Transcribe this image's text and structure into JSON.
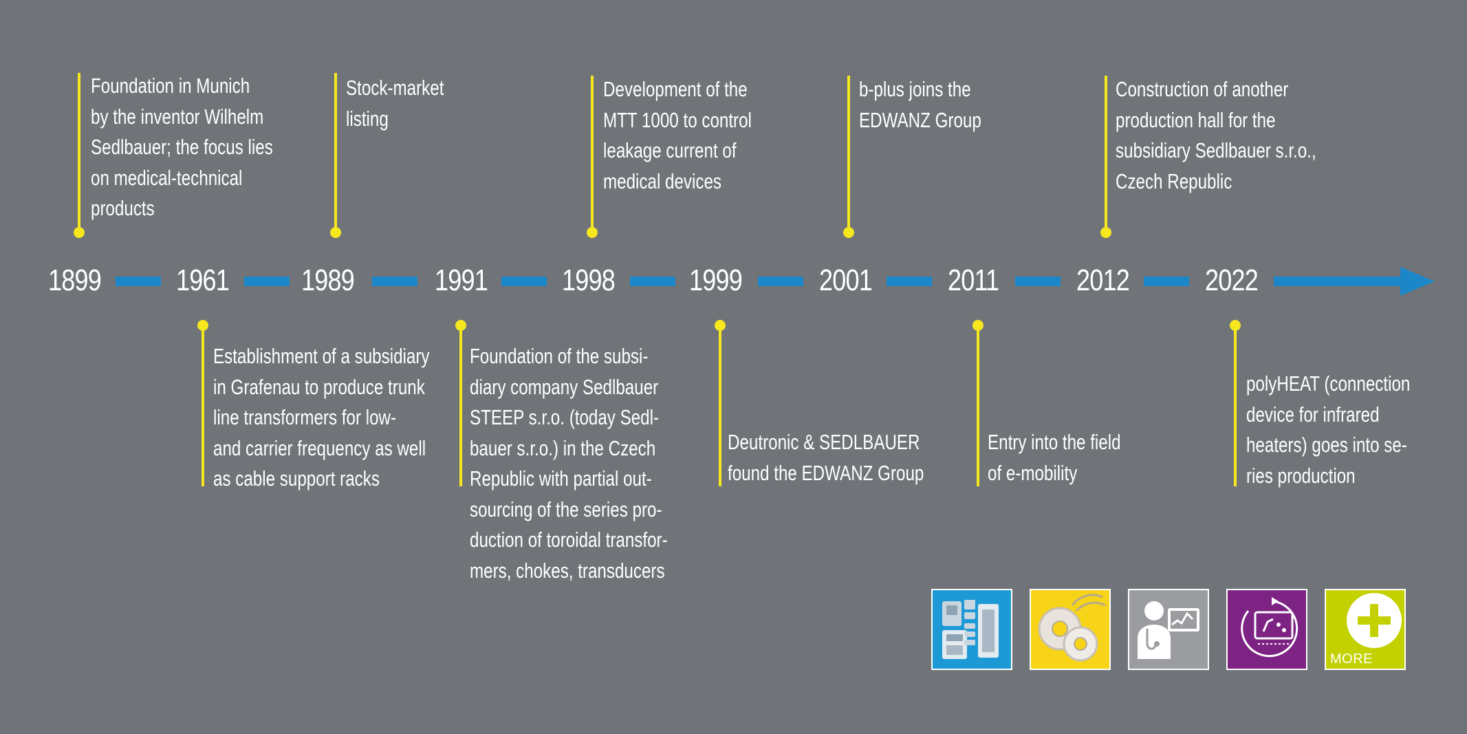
{
  "timeline": {
    "years": [
      "1899",
      "1961",
      "1989",
      "1991",
      "1998",
      "1999",
      "2001",
      "2011",
      "2012",
      "2022"
    ],
    "events_top": [
      {
        "year": "1899",
        "text": "Foundation in Munich\nby the inventor Wilhelm\nSedlbauer; the focus lies\non medical-technical\nproducts"
      },
      {
        "year": "1989",
        "text": "Stock-market\nlisting"
      },
      {
        "year": "1998",
        "text": "Development of the\nMTT 1000 to control\nleakage current of\nmedical devices"
      },
      {
        "year": "2001",
        "text": "b-plus joins the\nEDWANZ Group"
      },
      {
        "year": "2012",
        "text": "Construction of another\nproduction hall for the\nsubsidiary Sedlbauer s.r.o.,\nCzech Republic"
      }
    ],
    "events_bottom": [
      {
        "year": "1961",
        "text": "Establishment of a subsidiary\nin Grafenau to produce trunk\nline transformers for low-\nand carrier frequency as well\nas cable support racks"
      },
      {
        "year": "1991",
        "text": "Foundation of the subsi-\ndiary company Sedlbauer\nSTEEP s.r.o. (today Sedl-\nbauer s.r.o.) in the Czech\nRepublic with partial out-\nsourcing of the series pro-\nduction of toroidal transfor-\nmers, chokes, transducers"
      },
      {
        "year": "1999",
        "text": "Deutronic & SEDLBAUER\nfound the EDWANZ Group"
      },
      {
        "year": "2011",
        "text": "Entry into the field\nof e-mobility"
      },
      {
        "year": "2022",
        "text": "polyHEAT (connection\ndevice for infrared\nheaters) goes into se-\nries production"
      }
    ]
  },
  "tiles": [
    {
      "icon": "circuit-board-icon",
      "color": "#1d9ad6"
    },
    {
      "icon": "toroidal-coil-icon",
      "color": "#f7d417"
    },
    {
      "icon": "doctor-monitor-icon",
      "color": "#9a9ca0"
    },
    {
      "icon": "robot-automation-icon",
      "color": "#7d2383"
    },
    {
      "icon": "plus-icon",
      "color": "#c3d100",
      "label": "MORE"
    }
  ],
  "colors": {
    "background": "#707479",
    "timeline_blue": "#1b87c9",
    "marker_yellow": "#f6e71e",
    "text": "#ffffff"
  }
}
